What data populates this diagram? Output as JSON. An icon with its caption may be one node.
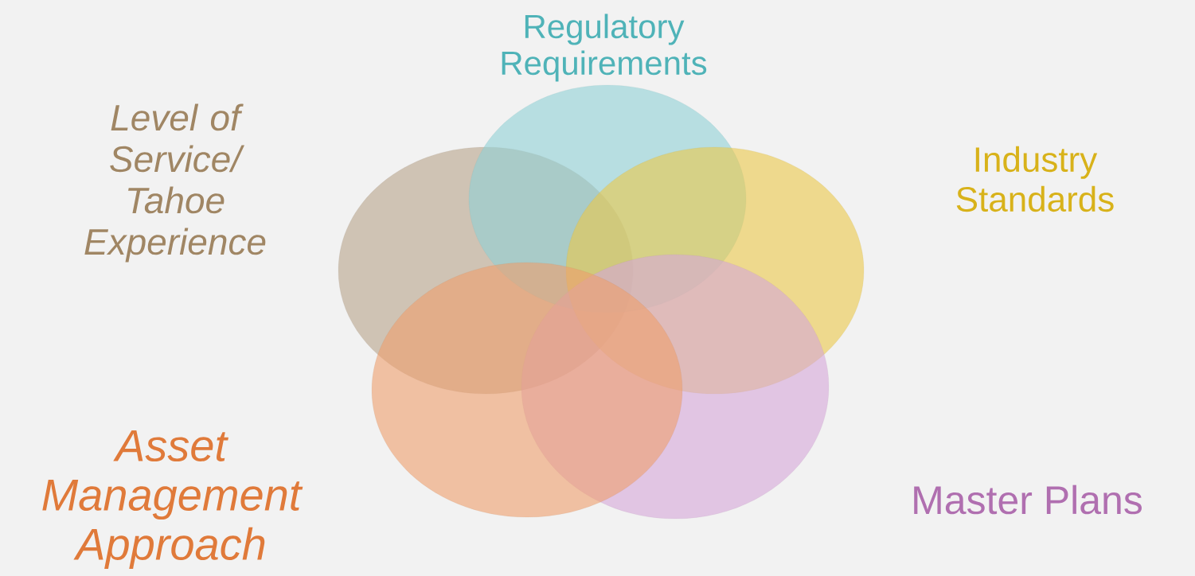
{
  "diagram": {
    "nodes": [
      {
        "text": [
          "Regulatory Requirements"
        ]
      },
      {
        "text": [
          "Level of Service/ Tahoe Experience"
        ]
      },
      {
        "text": [
          "Industry Standards"
        ]
      },
      {
        "text": [
          "Asset Management Approach"
        ]
      },
      {
        "text": [
          "Master Plans"
        ]
      },
      {
        "text": [],
        "shape": "circle"
      },
      {
        "text": [],
        "shape": "circle"
      },
      {
        "text": [],
        "shape": "circle"
      },
      {
        "text": [],
        "shape": "circle"
      },
      {
        "text": [],
        "shape": "circle"
      }
    ]
  }
}
